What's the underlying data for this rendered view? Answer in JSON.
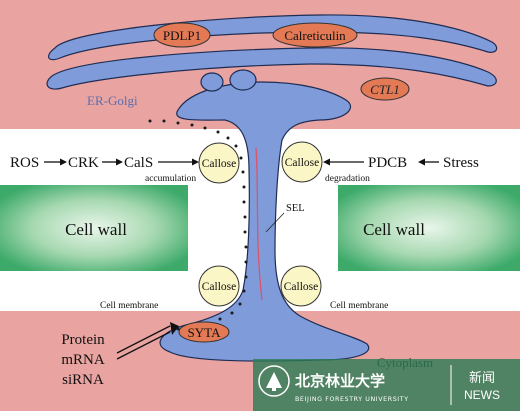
{
  "colors": {
    "cytoplasm": "#e9a3a0",
    "membrane_band": "#ffffff",
    "cell_wall_green": "#3daa6a",
    "channel_blue": "#7f9bd9",
    "callose_fill": "#fbf6c6",
    "oval_orange": "#e47a55",
    "watermark_green": "#2e7c56"
  },
  "left_pathway": {
    "ros": "ROS",
    "crk": "CRK",
    "cals": "CalS",
    "accumulation": "accumulation"
  },
  "right_pathway": {
    "stress": "Stress",
    "pdcb": "PDCB",
    "degradation": "degradation"
  },
  "callose_labels": [
    "Callose",
    "Callose",
    "Callose",
    "Callose"
  ],
  "proteins": {
    "pdlp1": "PDLP1",
    "calreticulin": "Calreticulin",
    "ctl1": "CTL1",
    "syta": "SYTA"
  },
  "regions": {
    "er_golgi": "ER-Golgi",
    "cell_wall_left": "Cell wall",
    "cell_wall_right": "Cell wall",
    "cell_membrane_left": "Cell membrane",
    "cell_membrane_right": "Cell membrane",
    "sel": "SEL",
    "cytoplasm": "Cytoplasm"
  },
  "cargo": [
    "Protein",
    "mRNA",
    "siRNA"
  ],
  "watermark": {
    "cn_name": "北京林业大学",
    "en_name": "BEIJING FORESTRY UNIVERSITY",
    "news_cn": "新闻",
    "news_en": "NEWS"
  }
}
